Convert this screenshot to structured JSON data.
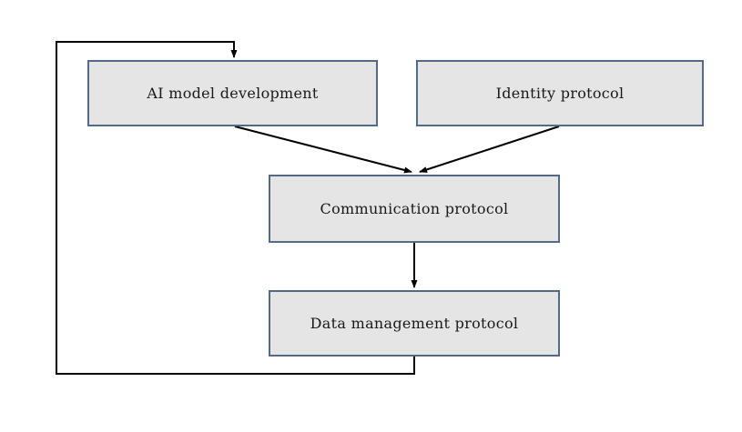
{
  "diagram": {
    "nodes": {
      "ai_model_development": {
        "label": "AI model development"
      },
      "identity_protocol": {
        "label": "Identity protocol"
      },
      "communication_protocol": {
        "label": "Communication protocol"
      },
      "data_management_protocol": {
        "label": "Data management protocol"
      }
    },
    "edges": [
      {
        "from": "ai_model_development",
        "to": "communication_protocol",
        "type": "arrow"
      },
      {
        "from": "identity_protocol",
        "to": "communication_protocol",
        "type": "arrow"
      },
      {
        "from": "communication_protocol",
        "to": "data_management_protocol",
        "type": "arrow"
      },
      {
        "from": "data_management_protocol",
        "to": "ai_model_development",
        "type": "feedback-loop-arrow"
      }
    ],
    "colors": {
      "node_fill": "#e5e5e5",
      "node_border": "#54688a",
      "line": "#000000",
      "text": "#1a1a1a",
      "background": "#ffffff"
    }
  }
}
